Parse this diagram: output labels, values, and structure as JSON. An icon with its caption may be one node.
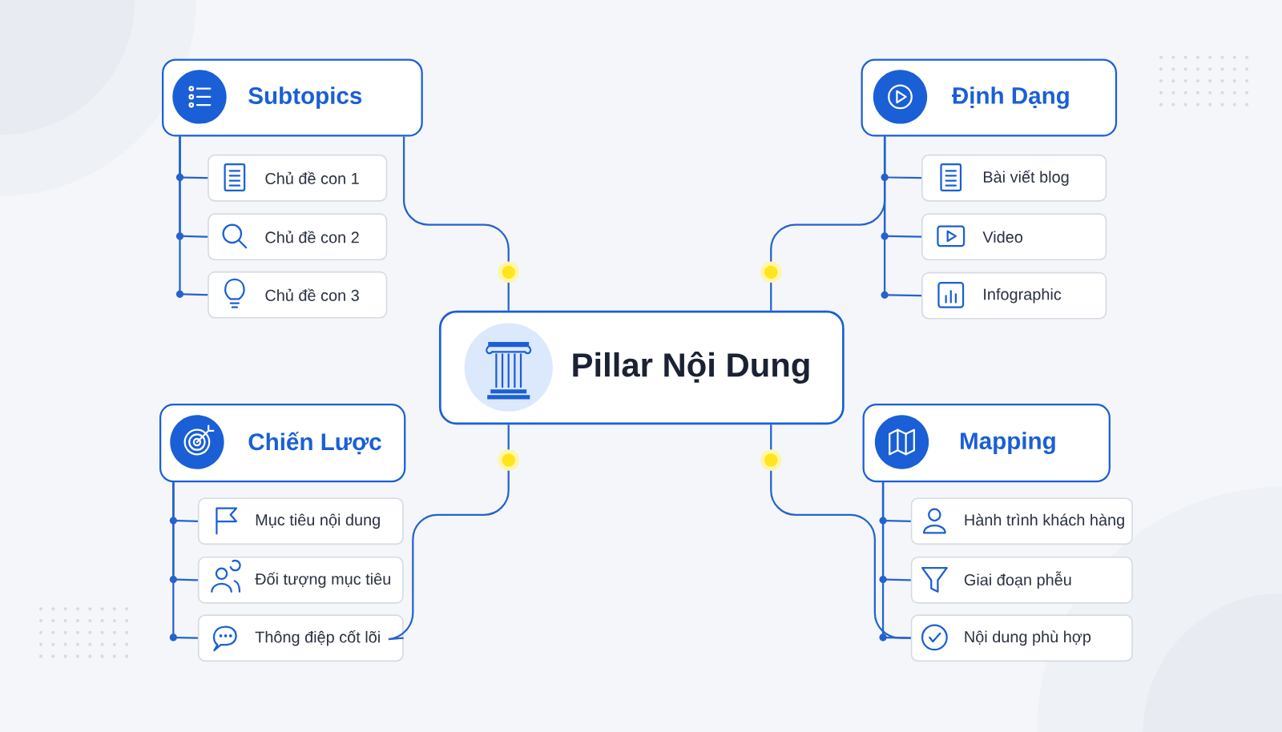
{
  "diagram": {
    "nodes": [
      {
        "text": [
          "Pillar Nội Dung"
        ]
      },
      {
        "text": [
          "Subtopics"
        ]
      },
      {
        "text": [
          "Chủ đề con 1"
        ]
      },
      {
        "text": [
          "Chủ đề con 2"
        ]
      },
      {
        "text": [
          "Chủ đề con 3"
        ]
      },
      {
        "text": [
          "Định Dạng"
        ]
      },
      {
        "text": [
          "Bài viết blog"
        ]
      },
      {
        "text": [
          "Video"
        ]
      },
      {
        "text": [
          "Infographic"
        ]
      },
      {
        "text": [
          "Chiến Lược"
        ]
      },
      {
        "text": [
          "Mục tiêu nội dung"
        ]
      },
      {
        "text": [
          "Đối tượng mục tiêu"
        ]
      },
      {
        "text": [
          "Thông điệp cốt lõi"
        ]
      },
      {
        "text": [
          "Mapping"
        ]
      },
      {
        "text": [
          "Hành trình khách hàng"
        ]
      },
      {
        "text": [
          "Giai đoạn phễu"
        ]
      },
      {
        "text": [
          "Nội dung phù hợp"
        ]
      }
    ],
    "edges": [
      {
        "from": 0,
        "to": 1,
        "arrow": "none"
      },
      {
        "from": 0,
        "to": 5,
        "arrow": "none"
      },
      {
        "from": 0,
        "to": 12,
        "arrow": "none"
      },
      {
        "from": 0,
        "to": 16,
        "arrow": "none"
      },
      {
        "from": 1,
        "to": 2,
        "arrow": "none"
      },
      {
        "from": 1,
        "to": 3,
        "arrow": "none"
      },
      {
        "from": 1,
        "to": 4,
        "arrow": "none"
      },
      {
        "from": 5,
        "to": 6,
        "arrow": "none"
      },
      {
        "from": 5,
        "to": 7,
        "arrow": "none"
      },
      {
        "from": 5,
        "to": 8,
        "arrow": "none"
      },
      {
        "from": 9,
        "to": 10,
        "arrow": "none"
      },
      {
        "from": 9,
        "to": 11,
        "arrow": "none"
      },
      {
        "from": 9,
        "to": 12,
        "arrow": "none"
      },
      {
        "from": 13,
        "to": 14,
        "arrow": "none"
      },
      {
        "from": 13,
        "to": 15,
        "arrow": "none"
      },
      {
        "from": 13,
        "to": 16,
        "arrow": "none"
      }
    ]
  }
}
